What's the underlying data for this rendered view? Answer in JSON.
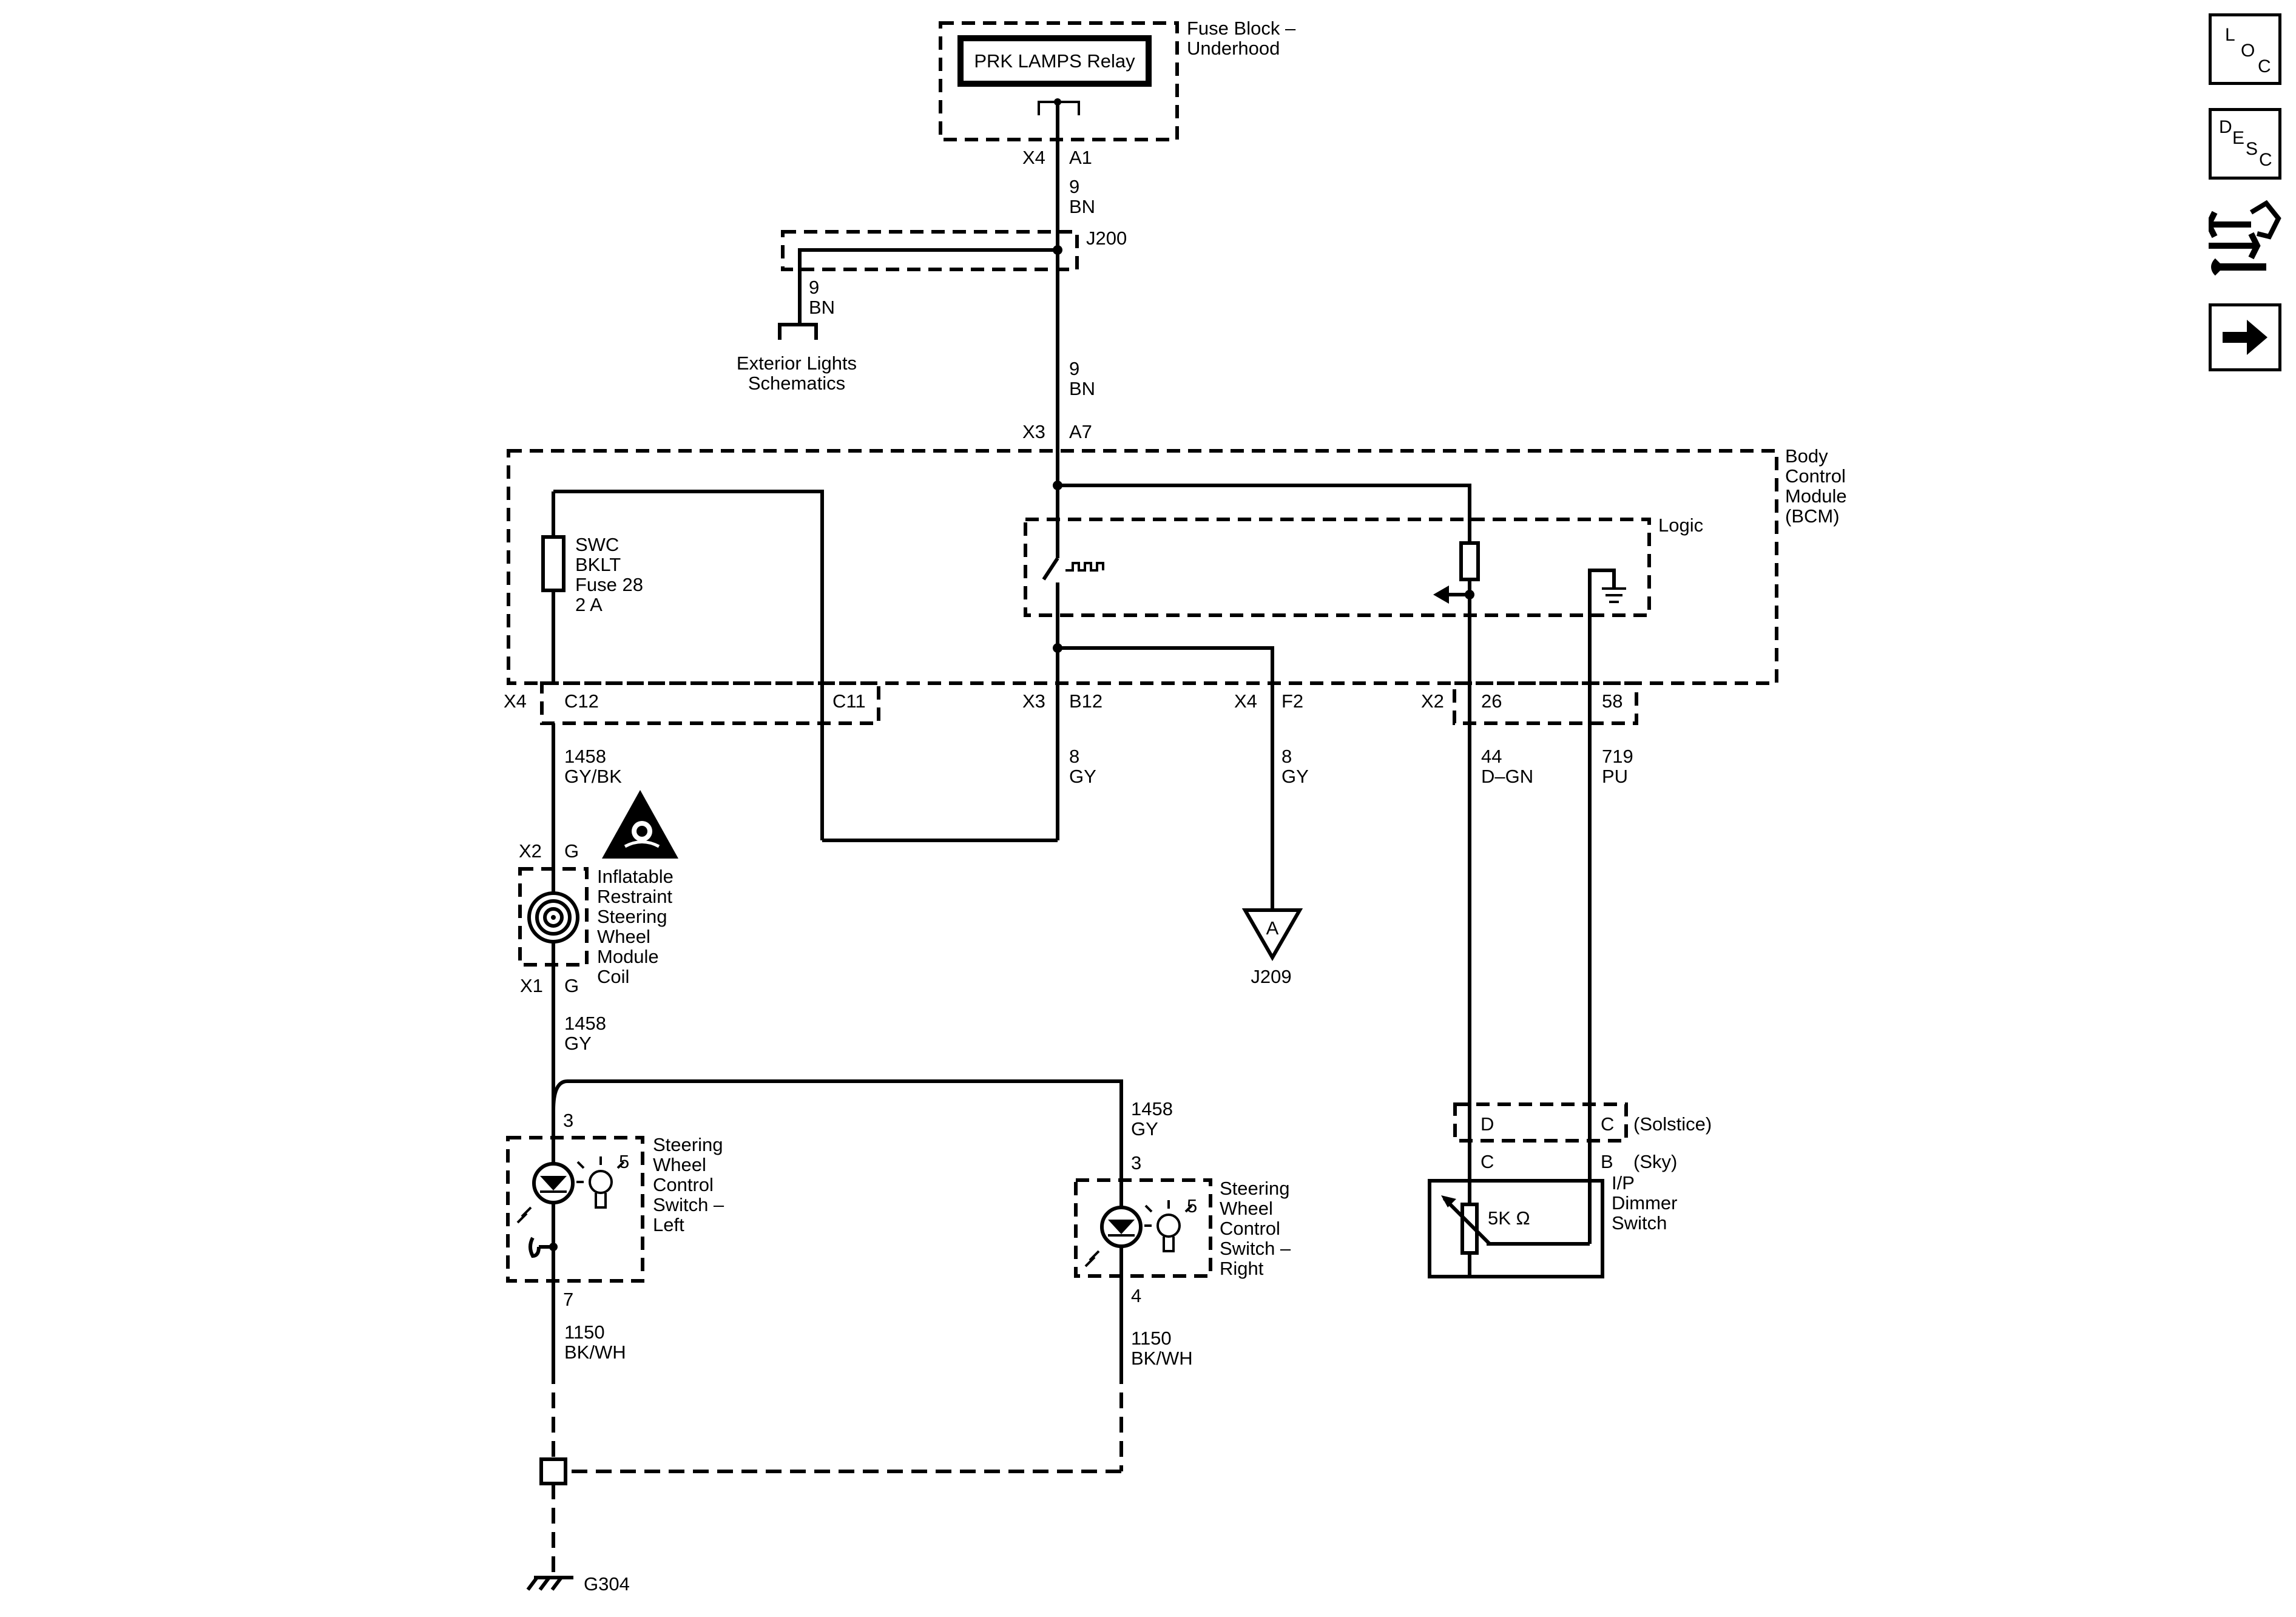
{
  "fuse_block": {
    "relay": "PRK LAMPS Relay",
    "title_l1": "Fuse Block –",
    "title_l2": "Underhood",
    "conn": "X4",
    "pin": "A1"
  },
  "wire_top": {
    "circuit": "9",
    "color": "BN"
  },
  "splice": {
    "id": "J200",
    "branch_circuit": "9",
    "branch_color": "BN",
    "ref_l1": "Exterior Lights",
    "ref_l2": "Schematics"
  },
  "wire_bcm_in": {
    "circuit": "9",
    "color": "BN",
    "conn": "X3",
    "pin": "A7"
  },
  "bcm": {
    "l1": "Body",
    "l2": "Control",
    "l3": "Module",
    "l4": "(BCM)",
    "logic": "Logic"
  },
  "fuse": {
    "l1": "SWC",
    "l2": "BKLT",
    "l3": "Fuse 28",
    "l4": "2 A"
  },
  "bcm_pins": {
    "x4": "X4",
    "c12": "C12",
    "c11": "C11",
    "x3": "X3",
    "b12": "B12",
    "x4b": "X4",
    "f2": "F2",
    "x2": "X2",
    "p26": "26",
    "p58": "58"
  },
  "wires_out": {
    "w1458_circuit": "1458",
    "w1458_color": "GY/BK",
    "b12_circuit": "8",
    "b12_color": "GY",
    "f2_circuit": "8",
    "f2_color": "GY",
    "p26_circuit": "44",
    "p26_color": "D–GN",
    "p58_circuit": "719",
    "p58_color": "PU"
  },
  "offpage": {
    "letter": "A",
    "id": "J209"
  },
  "coil": {
    "top_conn": "X2",
    "top_pin": "G",
    "l1": "Inflatable",
    "l2": "Restraint",
    "l3": "Steering",
    "l4": "Wheel",
    "l5": "Module",
    "l6": "Coil",
    "bot_conn": "X1",
    "bot_pin": "G"
  },
  "wire_below_coil": {
    "circuit": "1458",
    "color": "GY"
  },
  "switch_left": {
    "pin_top": "3",
    "lamp_num": "5",
    "l1": "Steering",
    "l2": "Wheel",
    "l3": "Control",
    "l4": "Switch –",
    "l5": "Left",
    "pin_bot": "7"
  },
  "switch_right": {
    "wire_circuit": "1458",
    "wire_color": "GY",
    "pin_top": "3",
    "lamp_num": "5",
    "l1": "Steering",
    "l2": "Wheel",
    "l3": "Control",
    "l4": "Switch –",
    "l5": "Right",
    "pin_bot": "4"
  },
  "ground_wires": {
    "left_circuit": "1150",
    "left_color": "BK/WH",
    "right_circuit": "1150",
    "right_color": "BK/WH"
  },
  "ground": {
    "id": "G304"
  },
  "dimmer": {
    "pin_d": "D",
    "pin_c1": "C",
    "variant1": "(Solstice)",
    "pin_c2": "C",
    "pin_b": "B",
    "variant2": "(Sky)",
    "resistance": "5K Ω",
    "l1": "I/P",
    "l2": "Dimmer",
    "l3": "Switch"
  },
  "nav_icons": [
    "loc-icon",
    "desc-icon",
    "connector-repair-icon",
    "next-arrow-icon"
  ]
}
